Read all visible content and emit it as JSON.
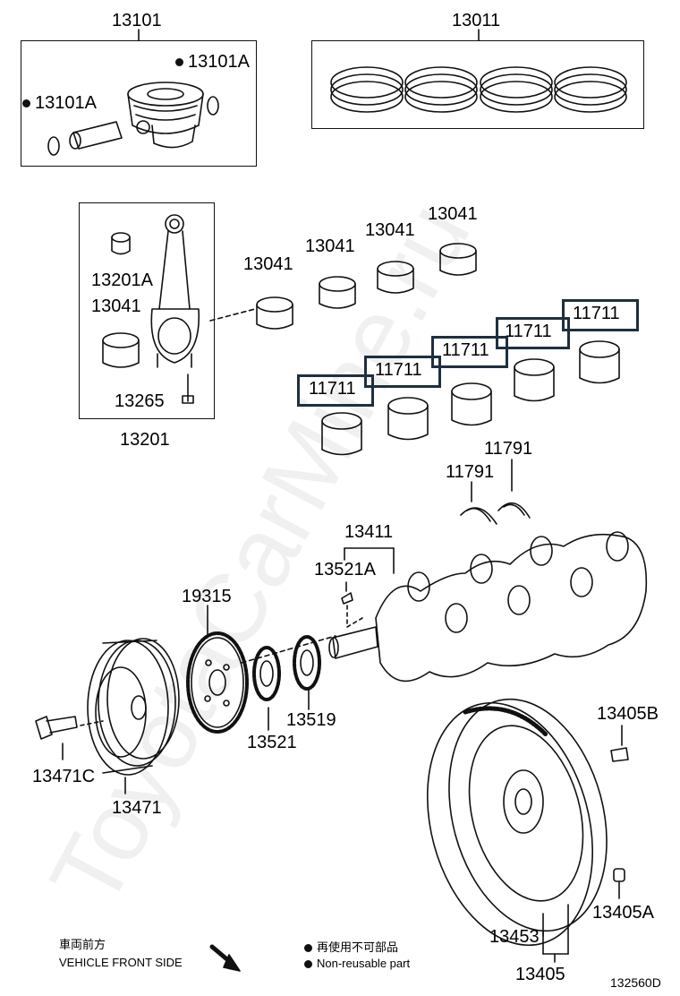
{
  "parts": {
    "piston_set": "13101",
    "ring_set": "13011",
    "piston_pin_clip_left": "13101A",
    "piston_pin_clip_right": "13101A",
    "bushing": "13201A",
    "rod_bearing_kit": "13041",
    "rod_bearing_1": "13041",
    "rod_bearing_2": "13041",
    "rod_bearing_3": "13041",
    "rod_bearing_4": "13041",
    "rod_bolt": "13265",
    "connecting_rod": "13201",
    "main_bearing_1": "11711",
    "main_bearing_2": "11711",
    "main_bearing_3": "11711",
    "main_bearing_4": "11711",
    "main_bearing_5": "11711",
    "thrust_washer_1": "11791",
    "thrust_washer_2": "11791",
    "crankshaft": "13411",
    "crank_key": "13521A",
    "oil_pump_sprocket": "19315",
    "timing_sprocket": "13521",
    "balance_sprocket": "13519",
    "pulley": "13471",
    "pulley_bolt": "13471C",
    "flywheel_bolt": "13405B",
    "flywheel_pin": "13405A",
    "ring_gear": "13453",
    "flywheel": "13405"
  },
  "legend": {
    "direction_jp": "車両前方",
    "direction_en": "VEHICLE FRONT SIDE",
    "nonreusable_jp": "再使用不可部品",
    "nonreusable_en": "Non-reusable part"
  },
  "diagram_id": "132560D",
  "watermark": "ToyotaCarMine.ru",
  "highlight_color": "#1f2f3f"
}
